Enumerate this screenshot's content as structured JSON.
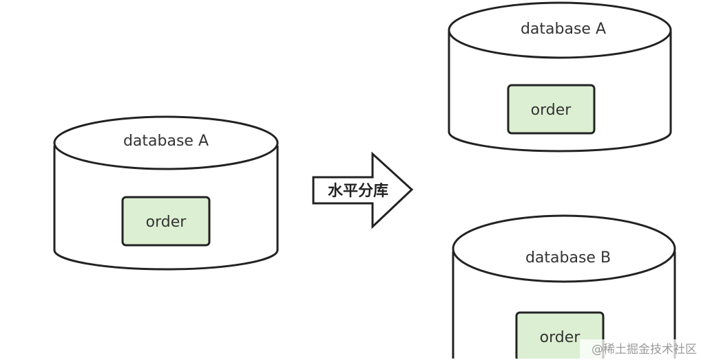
{
  "diagram": {
    "source": {
      "database_label": "database A",
      "table_label": "order"
    },
    "arrow": {
      "label": "水平分库"
    },
    "targets": [
      {
        "database_label": "database A",
        "table_label": "order"
      },
      {
        "database_label": "database B",
        "table_label": "order"
      }
    ],
    "colors": {
      "stroke": "#222222",
      "table_fill": "#dcefd2",
      "table_stroke": "#222222",
      "text": "#333333"
    }
  },
  "watermark": {
    "text": "@稀土掘金技术社区"
  }
}
